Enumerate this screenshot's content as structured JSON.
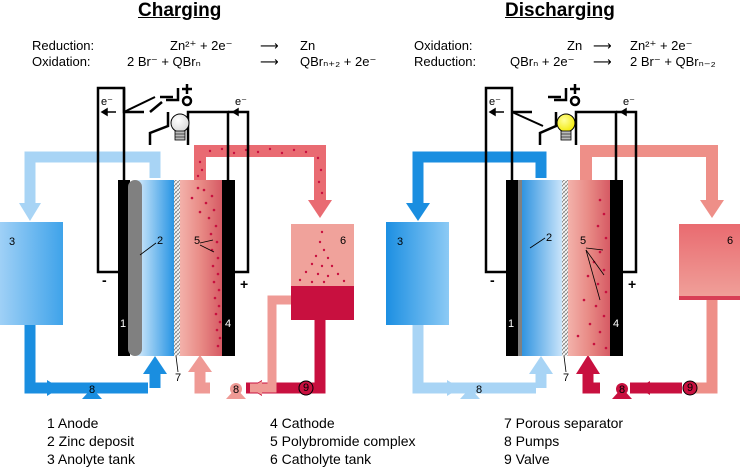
{
  "charging": {
    "title": "Charging",
    "eq1_label": "Reduction:",
    "eq1_left": "Zn²⁺ + 2e⁻",
    "eq1_right": "Zn",
    "eq2_label": "Oxidation:",
    "eq2_left": "2 Br⁻ + QBrₙ",
    "eq2_right": "QBrₙ₊₂ + 2e⁻",
    "lamp_on": false
  },
  "discharging": {
    "title": "Discharging",
    "eq1_label": "Oxidation:",
    "eq1_left": "Zn",
    "eq1_right": "Zn²⁺ + 2e⁻",
    "eq2_label": "Reduction:",
    "eq2_left": "QBrₙ + 2e⁻",
    "eq2_right": "2 Br⁻ + QBrₙ₋₂",
    "lamp_on": true
  },
  "arrow_symbol": "⟶",
  "electron_label": "e⁻",
  "terminal_minus": "-",
  "terminal_plus": "+",
  "numbers": [
    "1",
    "2",
    "3",
    "4",
    "5",
    "6",
    "7",
    "8",
    "9"
  ],
  "legend": {
    "col1": [
      "1 Anode",
      "2 Zinc deposit",
      "3 Anolyte tank"
    ],
    "col2": [
      "4 Cathode",
      "5 Polybromide complex",
      "6 Catholyte tank"
    ],
    "col3": [
      "7 Porous separator",
      "8 Pumps",
      "9 Valve"
    ]
  },
  "colors": {
    "anolyte_light": "#a8d4f5",
    "anolyte_dark": "#1a8ee0",
    "catholyte_light": "#ef9a95",
    "catholyte_dark": "#c8103f",
    "electrode": "#000000",
    "zinc": "#7f7f7f",
    "lamp_on": "#f6f200"
  }
}
